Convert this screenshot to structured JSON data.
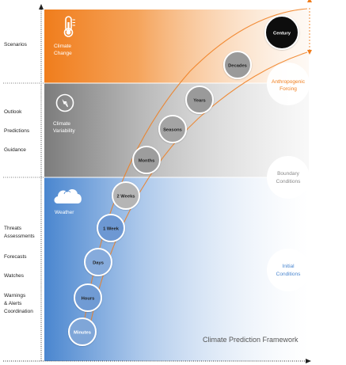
{
  "bands": {
    "climate_change": {
      "label_line1": "Climate",
      "label_line2": "Change",
      "icon": "thermometer-icon"
    },
    "climate_variability": {
      "label_line1": "Climate",
      "label_line2": "Variability",
      "icon": "compass-icon"
    },
    "weather": {
      "label": "Weather",
      "icon": "cloud-icon"
    }
  },
  "left_labels": {
    "scenarios": "Scenarios",
    "outlook": "Outlook",
    "predictions": "Predictions",
    "guidance": "Guidance",
    "threats_1": "Threats",
    "threats_2": "Assessments",
    "forecasts": "Forecasts",
    "watches": "Watches",
    "warnings_1": "Warnings",
    "warnings_2": "& Alerts",
    "warnings_3": "Coordination"
  },
  "timescales": [
    "Minutes",
    "Hours",
    "Days",
    "1 Week",
    "2 Weeks",
    "Months",
    "Seasons",
    "Years",
    "Decades",
    "Century"
  ],
  "right_labels": {
    "anthropogenic_1": "Anthropogenic",
    "anthropogenic_2": "Forcing",
    "boundary_1": "Boundary",
    "boundary_2": "Conditions",
    "initial_1": "Initial",
    "initial_2": "Conditions"
  },
  "caption": "Climate Prediction Framework",
  "colors": {
    "orange": "#f07d1c",
    "gray": "#8a8a8a",
    "blue": "#4a86cf",
    "black": "#111111"
  }
}
